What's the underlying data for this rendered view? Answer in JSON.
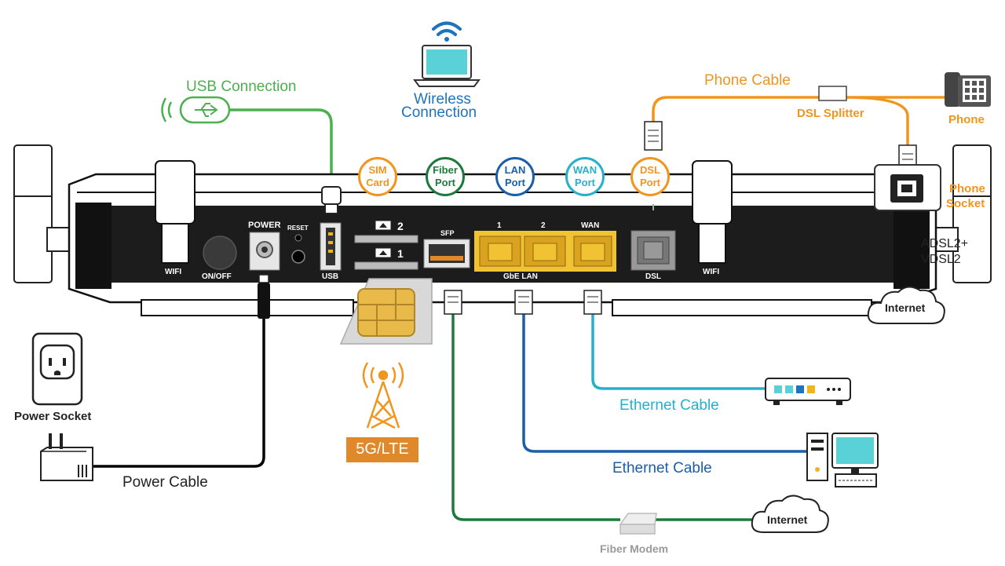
{
  "colors": {
    "usb": "#4caf50",
    "wireless": "#1e73be",
    "phone": "#f0951e",
    "lan": "#1a5fa8",
    "wan": "#27b0c9",
    "fiber": "#1e7a3c",
    "sim": "#f0951e",
    "power": "#000000",
    "modem_label": "#9a9a9a"
  },
  "labels": {
    "usb_connection": "USB Connection",
    "wireless_line1": "Wireless",
    "wireless_line2": "Connection",
    "phone_cable": "Phone Cable",
    "dsl_splitter": "DSL Splitter",
    "phone": "Phone",
    "phone_socket_line1": "Phone",
    "phone_socket_line2": "Socket",
    "adsl": "ADSL2+",
    "vdsl": "VDSL2",
    "internet_top": "Internet",
    "internet_bottom": "Internet",
    "ethernet_cable_wan": "Ethernet Cable",
    "ethernet_cable_lan": "Ethernet Cable",
    "fiber_modem": "Fiber Modem",
    "power_socket": "Power Socket",
    "power_cable": "Power Cable",
    "lte": "5G/LTE"
  },
  "port_circles": {
    "sim_line1": "SIM",
    "sim_line2": "Card",
    "fiber_line1": "Fiber",
    "fiber_line2": "Port",
    "lan_line1": "LAN",
    "lan_line2": "Port",
    "wan_line1": "WAN",
    "wan_line2": "Port",
    "dsl_line1": "DSL",
    "dsl_line2": "Port"
  },
  "router_labels": {
    "wifi_left": "WIFI",
    "on_off": "ON/OFF",
    "power": "POWER",
    "reset": "RESET",
    "usb": "USB",
    "sim_slot_2": "2",
    "sim_slot_1": "1",
    "sfp": "SFP",
    "lan_1": "1",
    "lan_2": "2",
    "gbe_lan": "GbE LAN",
    "wan": "WAN",
    "dsl": "DSL",
    "wifi_right": "WIFI"
  }
}
